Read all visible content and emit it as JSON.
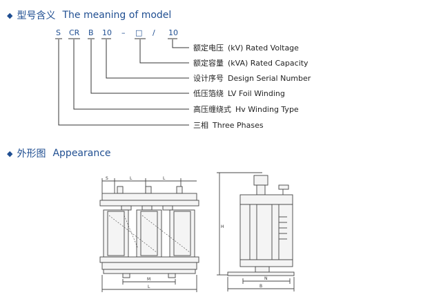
{
  "heading_model": {
    "icon": "diamond-icon",
    "cn": "型号含义",
    "en": "The meaning of model"
  },
  "model_code": {
    "s": "S",
    "cr": "CR",
    "b": "B",
    "n10": "10",
    "dash": "–",
    "box": "□",
    "slash": "/",
    "kv": "10"
  },
  "legend": [
    {
      "cn": "额定电压",
      "en": "(kV) Rated Voltage"
    },
    {
      "cn": "额定容量",
      "en": "(kVA) Rated Capacity"
    },
    {
      "cn": "设计序号",
      "en": "Design Serial Number"
    },
    {
      "cn": "低压箔绕",
      "en": "LV Foil Winding"
    },
    {
      "cn": "高压缠绕式",
      "en": "Hv Winding Type"
    },
    {
      "cn": "三相",
      "en": "Three Phases"
    }
  ],
  "heading_appearance": {
    "icon": "diamond-icon",
    "cn": "外形图",
    "en": "Appearance"
  },
  "drawing_labels": {
    "s": "S",
    "l1": "L",
    "l2": "L",
    "h": "H",
    "m": "M",
    "l_total": "L",
    "n": "N",
    "b": "B"
  },
  "colors": {
    "heading": "#1f4e91",
    "line": "#333333"
  }
}
